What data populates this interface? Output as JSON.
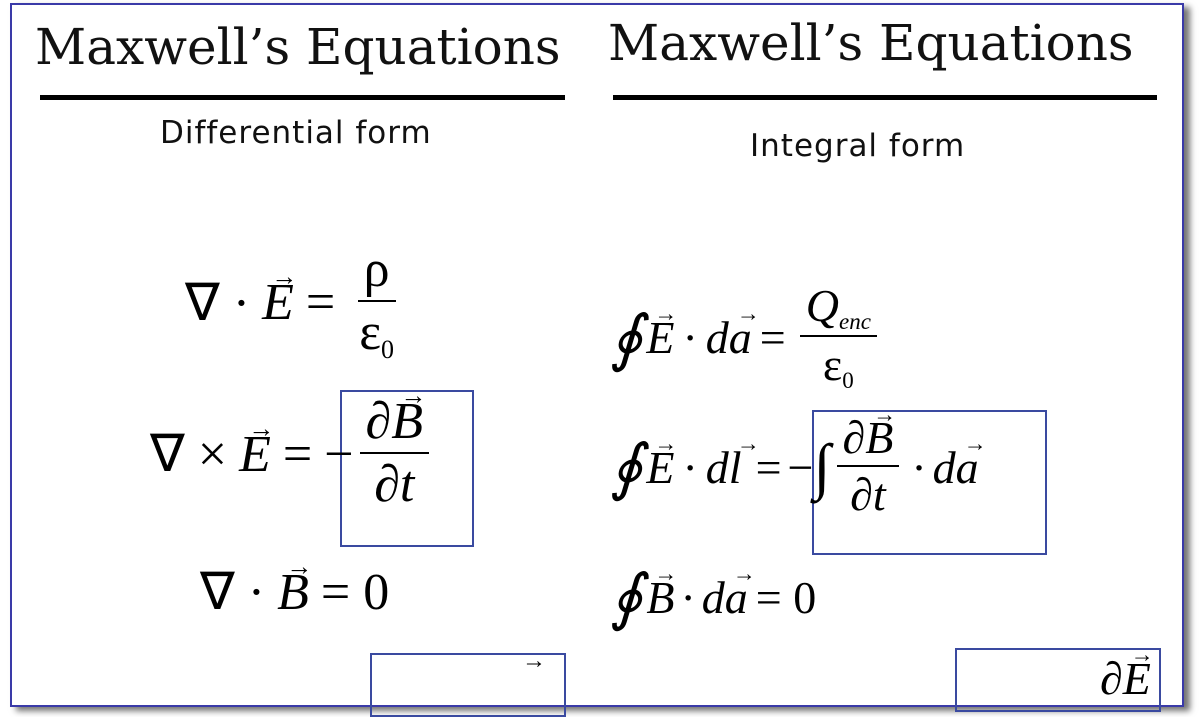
{
  "left": {
    "title": "Maxwell’s Equations",
    "subtitle": "Differential form",
    "eq1": {
      "op": "∇ ·",
      "field": "E",
      "eq": "=",
      "num": "ρ",
      "den": "ε",
      "den_sub": "0"
    },
    "eq2": {
      "op": "∇ ×",
      "field": "E",
      "eq": "=",
      "minus": "−",
      "num_d": "∂",
      "num_field": "B",
      "den": "∂t"
    },
    "eq3": {
      "op": "∇ ·",
      "field": "B",
      "eq": "= 0"
    }
  },
  "right": {
    "title": "Maxwell’s Equations",
    "subtitle": "Integral form",
    "eq1": {
      "oint": "∮",
      "field": "E",
      "dot": "·",
      "d": "d",
      "dvec": "a",
      "eq": "=",
      "num": "Q",
      "num_sub": "enc",
      "den": "ε",
      "den_sub": "0"
    },
    "eq2": {
      "oint": "∮",
      "field": "E",
      "dot": "·",
      "d": "d",
      "dvec": "l",
      "eq": "=",
      "minus": "−",
      "int": "∫",
      "num_d": "∂",
      "num_field": "B",
      "den": "∂t",
      "dot2": "·",
      "d2": "d",
      "dvec2": "a"
    },
    "eq3": {
      "oint": "∮",
      "field": "B",
      "dot": "·",
      "d": "d",
      "dvec": "a",
      "eq": "= 0"
    },
    "eq4_partial": {
      "num_d": "∂",
      "num_field": "E"
    }
  },
  "colors": {
    "frame": "#3a3aa8",
    "box": "#3a4aa0"
  }
}
